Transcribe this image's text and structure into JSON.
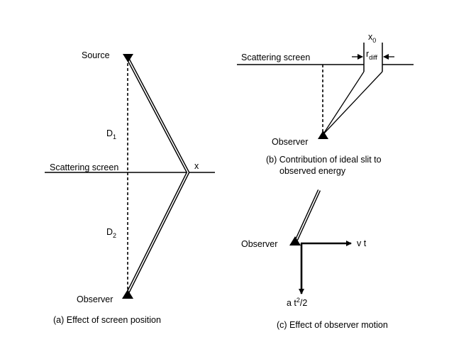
{
  "panel_a": {
    "source_label": "Source",
    "d1_label": "D",
    "d1_sub": "1",
    "screen_label": "Scattering screen",
    "x_label": "x",
    "d2_label": "D",
    "d2_sub": "2",
    "observer_label": "Observer",
    "caption": "(a) Effect of screen position"
  },
  "panel_b": {
    "screen_label": "Scattering screen",
    "x0_label": "x",
    "x0_sub": "0",
    "rdiff_label": "r",
    "rdiff_sub": "diff",
    "observer_label": "Observer",
    "caption_line1": "(b) Contribution of ideal slit to",
    "caption_line2": "observed energy"
  },
  "panel_c": {
    "observer_label": "Observer",
    "vt_label": "v t",
    "accel_label": "a t",
    "accel_sup": "2",
    "accel_tail": "/2",
    "caption": "(c) Effect of observer motion"
  }
}
